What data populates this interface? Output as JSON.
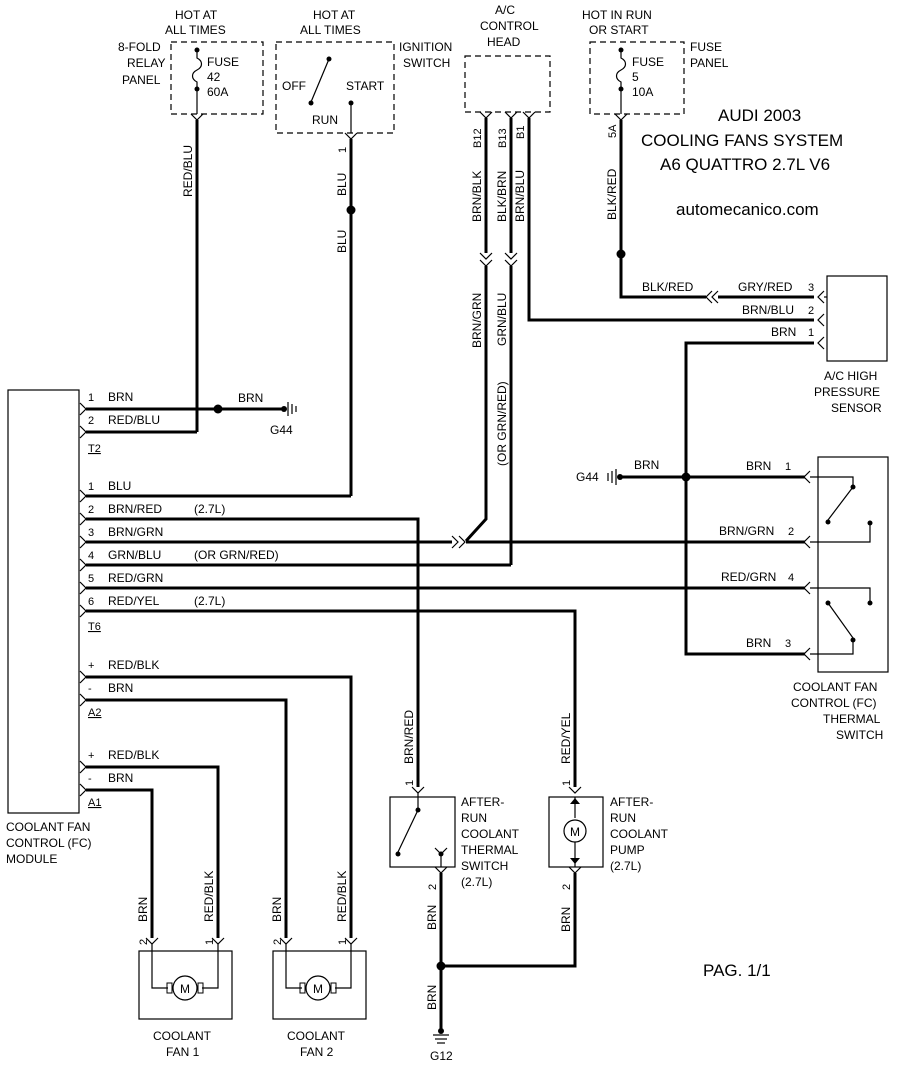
{
  "title": {
    "line1": "AUDI 2003",
    "line2": "COOLING FANS SYSTEM",
    "line3": "A6 QUATTRO 2.7L V6",
    "site": "automecanico.com",
    "page": "PAG. 1/1"
  },
  "relay_panel": {
    "hot1": "HOT AT",
    "hot2": "ALL TIMES",
    "name1": "8-FOLD",
    "name2": "RELAY",
    "name3": "PANEL",
    "fuse_label": "FUSE",
    "fuse_num": "42",
    "fuse_amp": "60A"
  },
  "ignition": {
    "hot1": "HOT AT",
    "hot2": "ALL TIMES",
    "name1": "IGNITION",
    "name2": "SWITCH",
    "off": "OFF",
    "start": "START",
    "run": "RUN",
    "pin": "1"
  },
  "ac_head": {
    "name1": "A/C",
    "name2": "CONTROL",
    "name3": "HEAD",
    "pin_b12": "B12",
    "pin_b13": "B13",
    "pin_b1": "B1"
  },
  "fuse_panel": {
    "hot1": "HOT IN RUN",
    "hot2": "OR START",
    "name1": "FUSE",
    "name2": "PANEL",
    "fuse_label": "FUSE",
    "fuse_num": "5",
    "fuse_amp": "10A",
    "pin": "5A"
  },
  "wires": {
    "red_blu": "RED/BLU",
    "blu": "BLU",
    "brn_blk": "BRN/BLK",
    "blk_brn": "BLK/BRN",
    "brn_blu": "BRN/BLU",
    "blk_red": "BLK/RED",
    "brn_grn": "BRN/GRN",
    "grn_blu": "GRN/BLU",
    "or_grn_red": "(OR GRN/RED)",
    "gry_red": "GRY/RED",
    "brn": "BRN",
    "red_grn": "RED/GRN",
    "brn_red": "BRN/RED",
    "red_yel": "RED/YEL",
    "red_blk": "RED/BLK"
  },
  "ac_sensor": {
    "name1": "A/C HIGH",
    "name2": "PRESSURE",
    "name3": "SENSOR",
    "pin1": "1",
    "pin2": "2",
    "pin3": "3"
  },
  "grounds": {
    "g44": "G44",
    "g12": "G12"
  },
  "module": {
    "name1": "COOLANT FAN",
    "name2": "CONTROL (FC)",
    "name3": "MODULE",
    "t2": {
      "label": "T2",
      "pins": [
        {
          "num": "1",
          "wire": "BRN"
        },
        {
          "num": "2",
          "wire": "RED/BLU"
        }
      ]
    },
    "t6": {
      "label": "T6",
      "pins": [
        {
          "num": "1",
          "wire": "BLU",
          "note": ""
        },
        {
          "num": "2",
          "wire": "BRN/RED",
          "note": "(2.7L)"
        },
        {
          "num": "3",
          "wire": "BRN/GRN",
          "note": ""
        },
        {
          "num": "4",
          "wire": "GRN/BLU",
          "note": "(OR GRN/RED)"
        },
        {
          "num": "5",
          "wire": "RED/GRN",
          "note": ""
        },
        {
          "num": "6",
          "wire": "RED/YEL",
          "note": "(2.7L)"
        }
      ]
    },
    "a2": {
      "label": "A2",
      "plus": "+",
      "minus": "-",
      "plus_wire": "RED/BLK",
      "minus_wire": "BRN"
    },
    "a1": {
      "label": "A1",
      "plus": "+",
      "minus": "-",
      "plus_wire": "RED/BLK",
      "minus_wire": "BRN"
    }
  },
  "thermal_switch": {
    "name1": "COOLANT FAN",
    "name2": "CONTROL (FC)",
    "name3": "THERMAL",
    "name4": "SWITCH",
    "pin1": "1",
    "pin2": "2",
    "pin3": "3",
    "pin4": "4"
  },
  "after_run_switch": {
    "name1": "AFTER-",
    "name2": "RUN",
    "name3": "COOLANT",
    "name4": "THERMAL",
    "name5": "SWITCH",
    "name6": "(2.7L)",
    "pin1": "1",
    "pin2": "2"
  },
  "after_run_pump": {
    "name1": "AFTER-",
    "name2": "RUN",
    "name3": "COOLANT",
    "name4": "PUMP",
    "name5": "(2.7L)",
    "pin1": "1",
    "pin2": "2",
    "motor": "M"
  },
  "fan1": {
    "name1": "COOLANT",
    "name2": "FAN 1",
    "pin1": "1",
    "pin2": "2",
    "motor": "M"
  },
  "fan2": {
    "name1": "COOLANT",
    "name2": "FAN 2",
    "pin1": "1",
    "pin2": "2",
    "motor": "M"
  }
}
